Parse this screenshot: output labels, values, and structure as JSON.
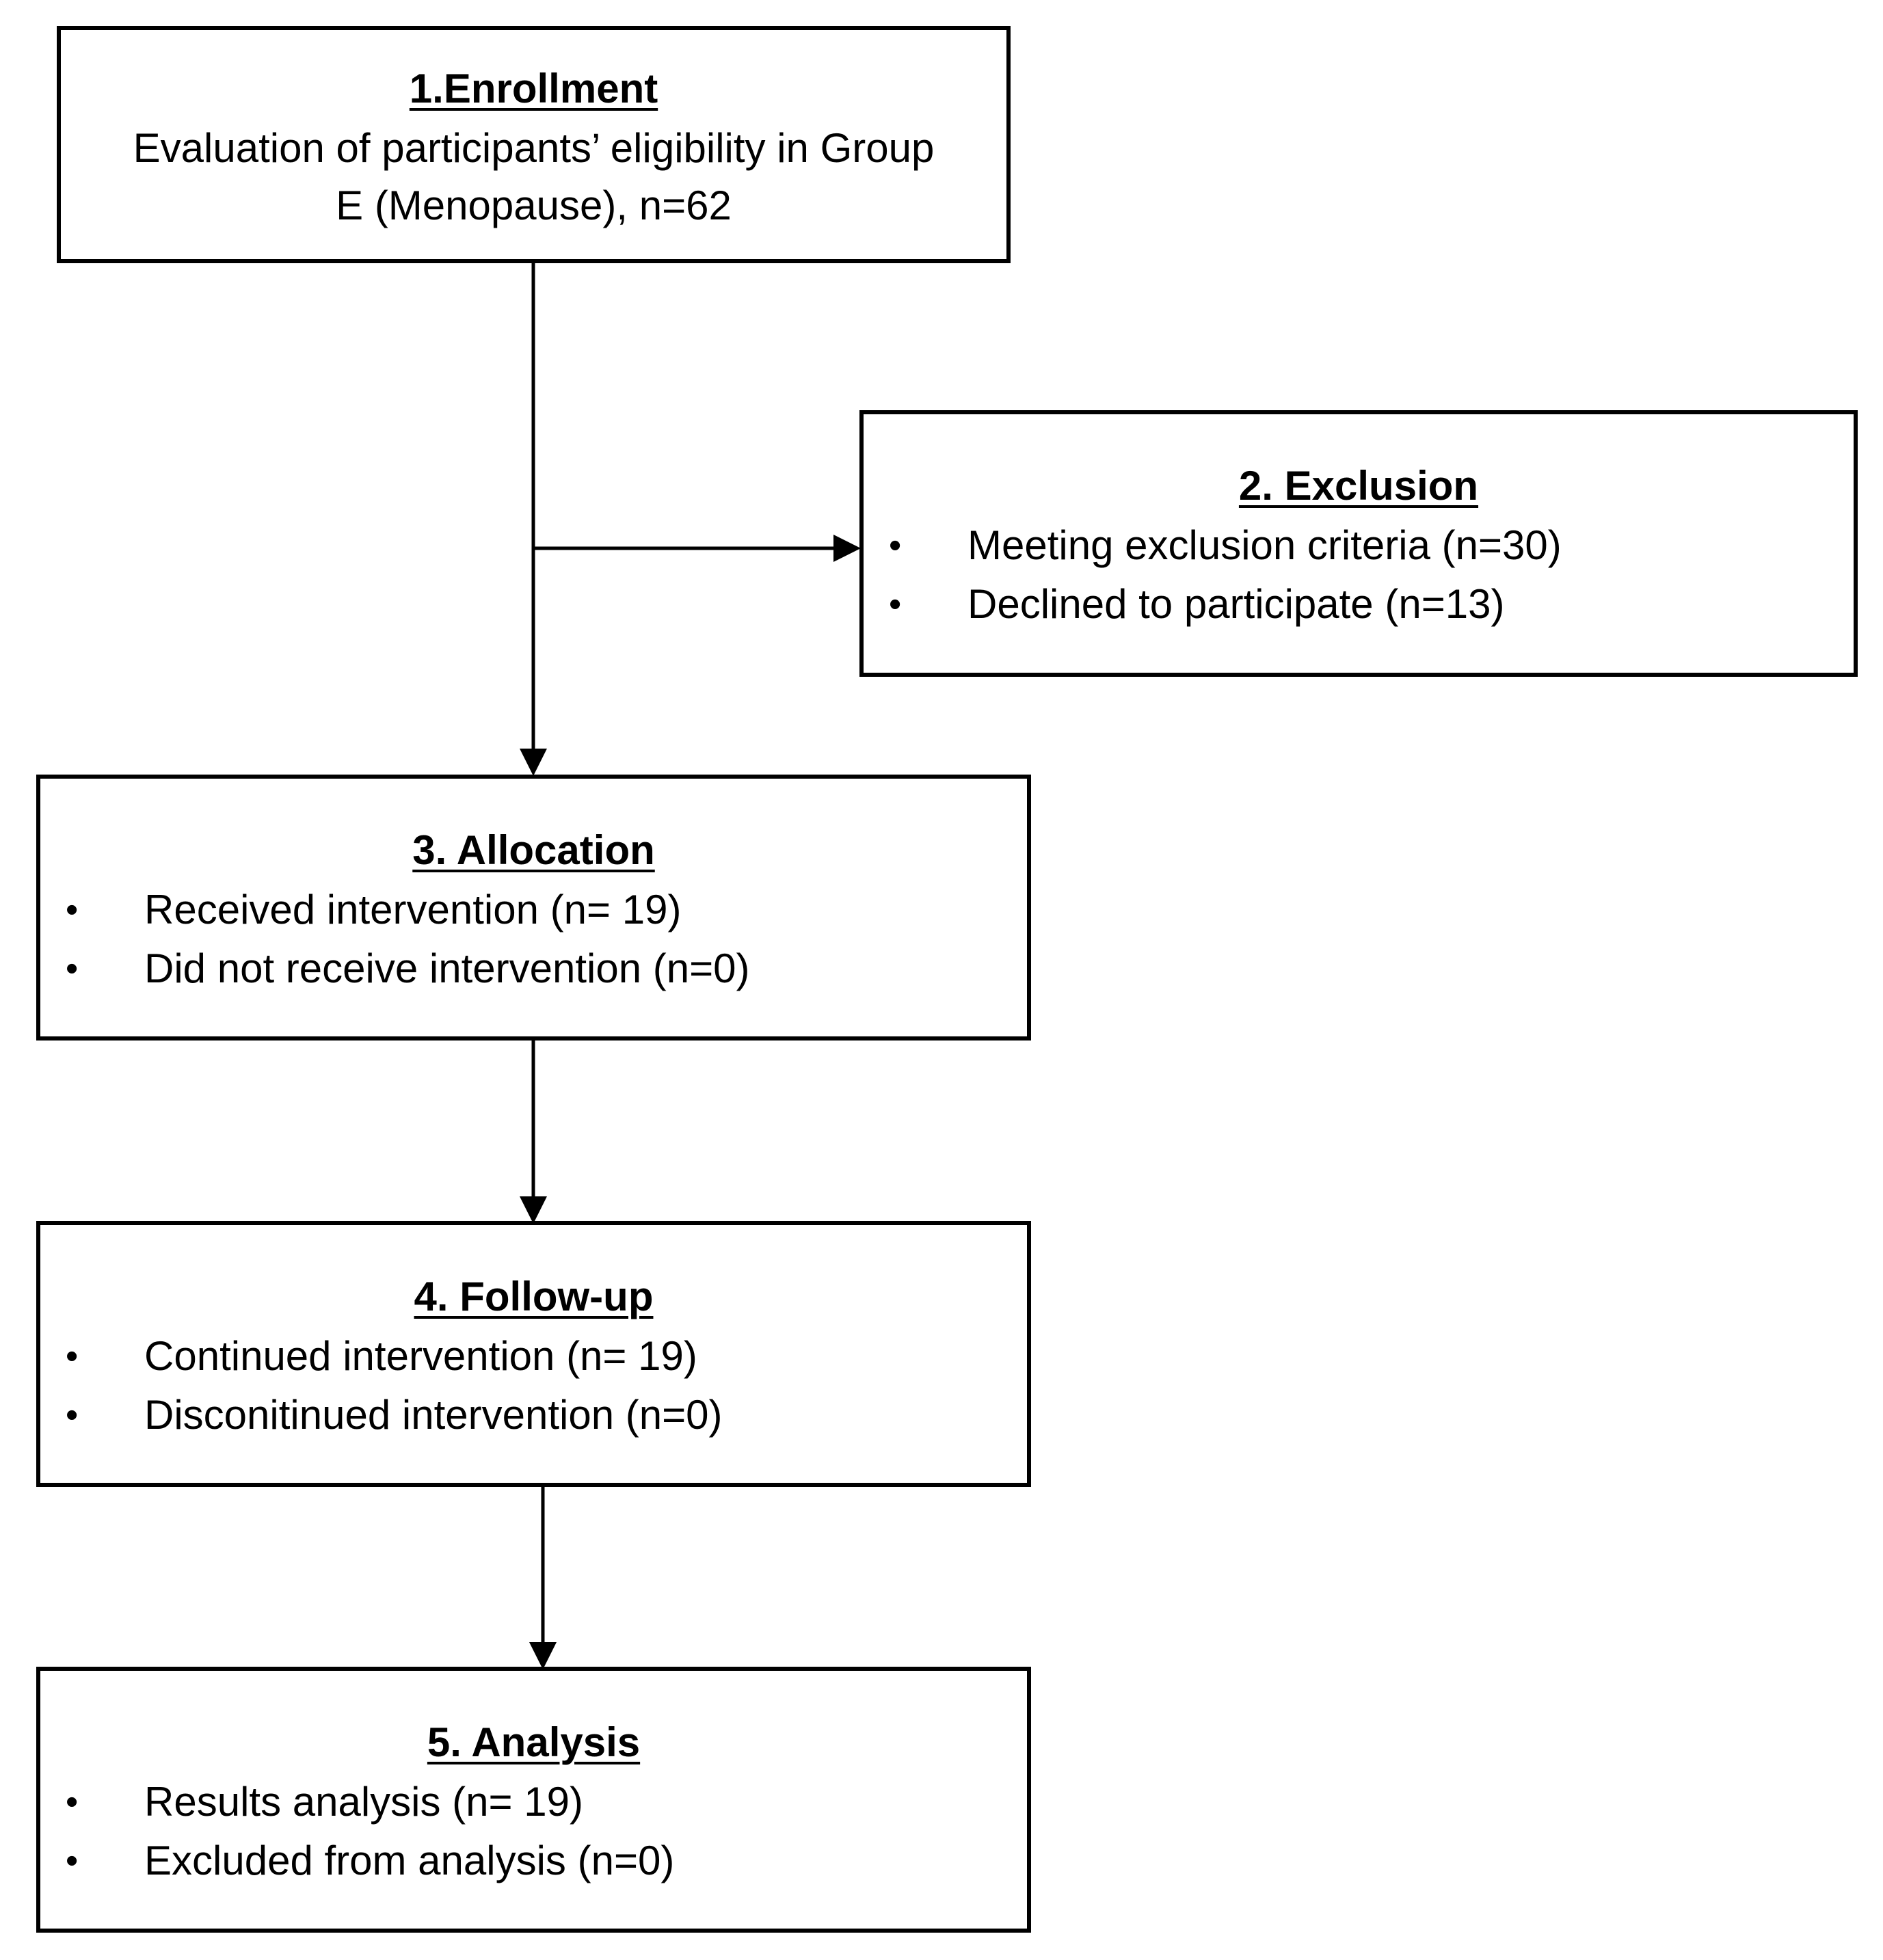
{
  "flowchart": {
    "enrollment": {
      "title": "1.Enrollment",
      "line1": "Evaluation of participants’ eligibility in Group",
      "line2": "E (Menopause), n=62"
    },
    "exclusion": {
      "title": "2. Exclusion",
      "items": [
        "Meeting exclusion criteria (n=30)",
        "Declined to participate (n=13)"
      ]
    },
    "allocation": {
      "title": "3. Allocation",
      "items": [
        "Received intervention (n= 19)",
        "Did not receive intervention (n=0)"
      ]
    },
    "followup": {
      "title": "4. Follow-up",
      "items": [
        "Continued intervention (n= 19)",
        "Disconitinued intervention (n=0)"
      ]
    },
    "analysis": {
      "title": "5. Analysis",
      "items": [
        "Results analysis (n= 19)",
        "Excluded from analysis (n=0)"
      ]
    },
    "bullet": "•",
    "colors": {
      "line": "#000000",
      "background": "#ffffff"
    }
  }
}
